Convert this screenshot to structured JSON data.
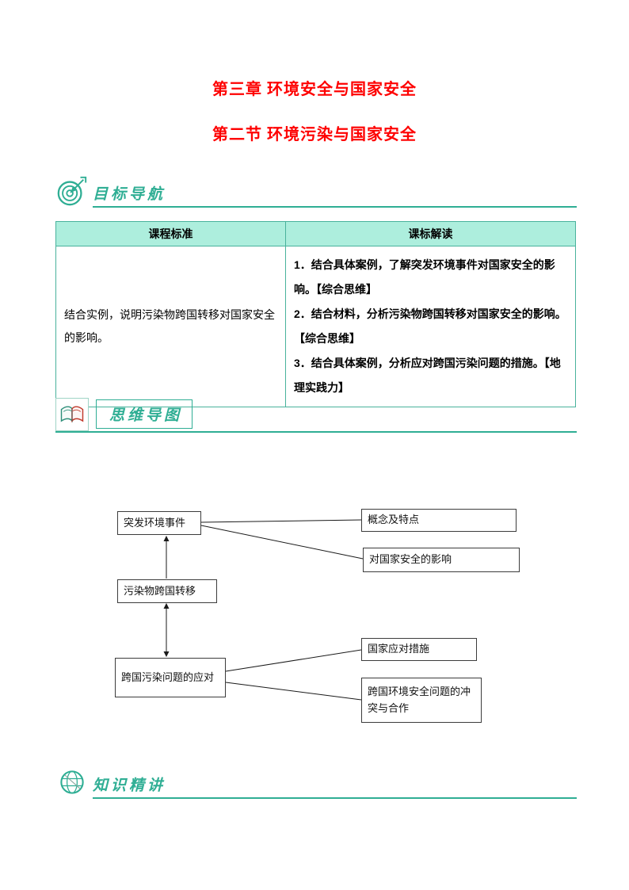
{
  "titles": {
    "chapter": "第三章 环境安全与国家安全",
    "section": "第二节 环境污染与国家安全"
  },
  "sections": {
    "goals": "目标导航",
    "mindmap": "思维导图",
    "knowledge": "知识精讲"
  },
  "table": {
    "headers": [
      "课程标准",
      "课标解读"
    ],
    "standard": "结合实例，说明污染物跨国转移对国家安全的影响。",
    "interpretation": [
      "1．结合具体案例，了解突发环境事件对国家安全的影响。【综合思维】",
      "2．结合材料，分析污染物跨国转移对国家安全的影响。【综合思维】",
      "3．结合具体案例，分析应对跨国污染问题的措施。【地理实践力】"
    ]
  },
  "mindmap": {
    "nodes": {
      "sudden_events": "突发环境事件",
      "concept_features": "概念及特点",
      "security_impact": "对国家安全的影响",
      "pollutant_transfer": "污染物跨国转移",
      "transnational_response": "跨国污染问题的应对",
      "national_measures": "国家应对措施",
      "conflict_cooperation": "跨国环境安全问题的冲突与合作"
    }
  },
  "colors": {
    "accent": "#2fae94",
    "title_red": "#fe0000",
    "table_header_bg": "#adeedd"
  }
}
